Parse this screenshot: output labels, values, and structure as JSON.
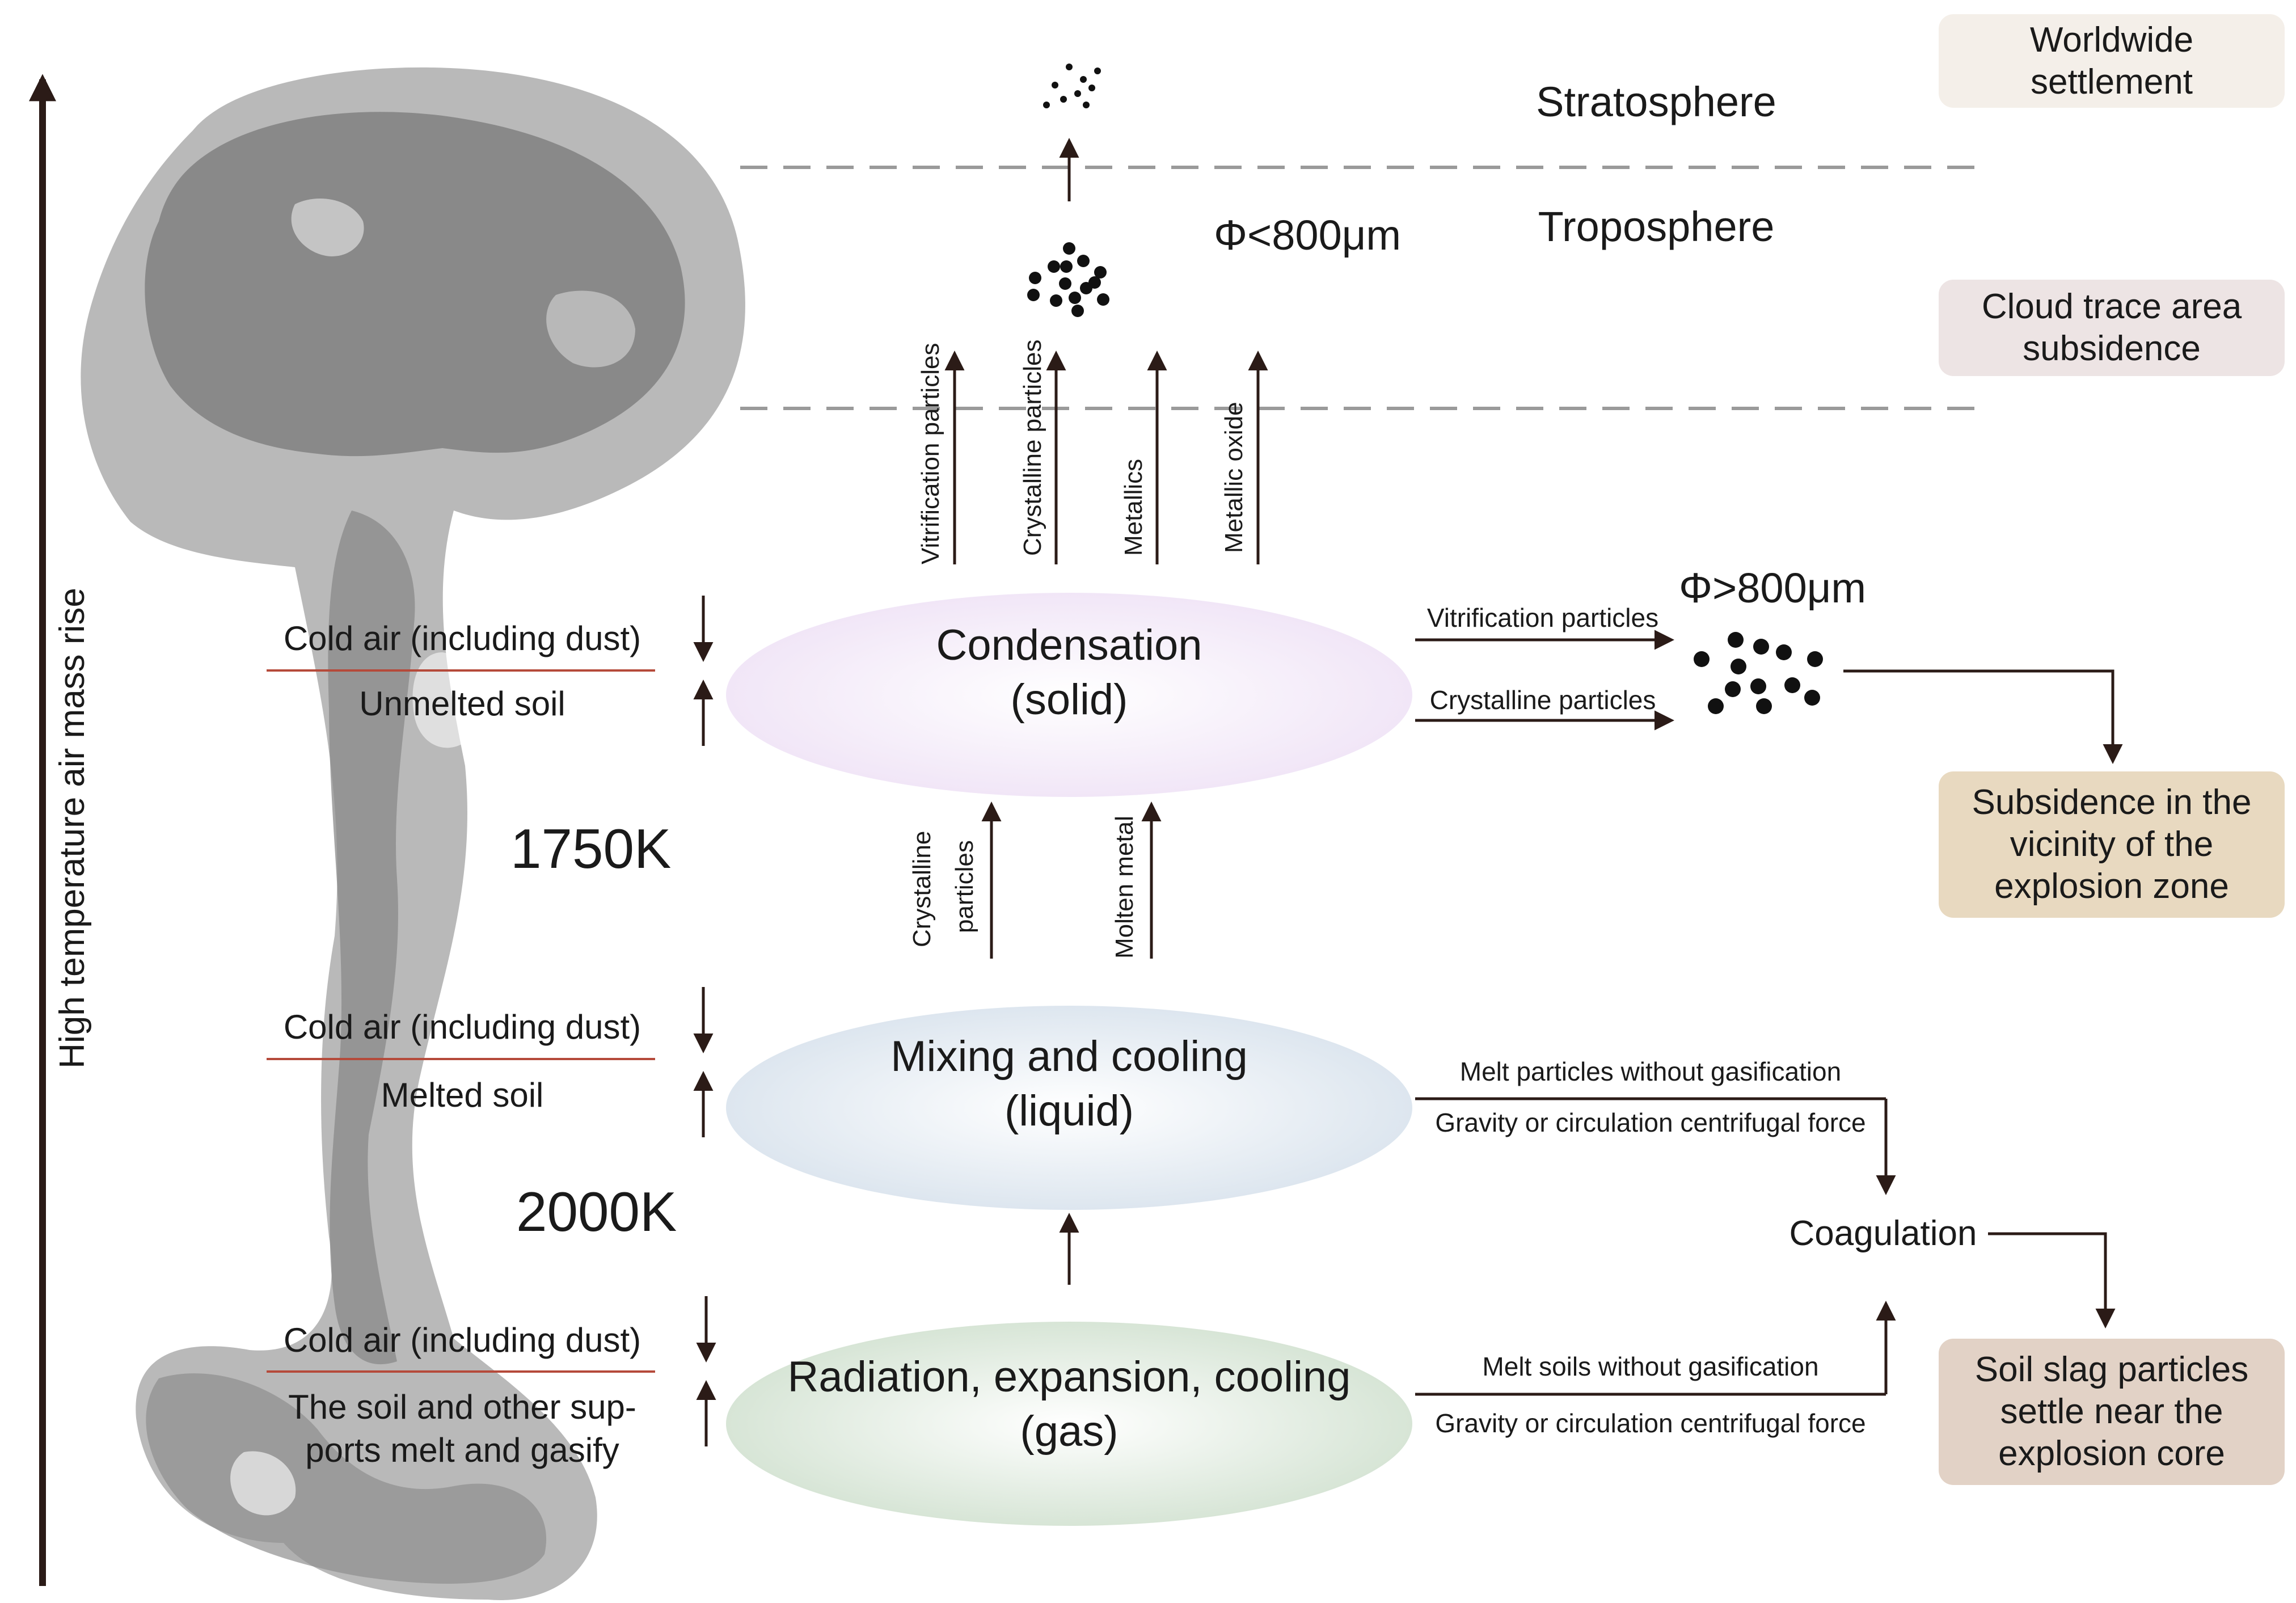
{
  "axis_label": "High temperature air mass rise",
  "layers": {
    "stratosphere": "Stratosphere",
    "troposphere": "Troposphere"
  },
  "size_small": "Φ<800μm",
  "size_large": "Φ>800μm",
  "temperatures": {
    "upper": "1750K",
    "lower": "2000K",
    "upper_color": "#f39c12",
    "lower_color": "#e8392a"
  },
  "stages": {
    "condensation": {
      "line1": "Condensation",
      "line2": "(solid)",
      "color": "#f1e6f7"
    },
    "mixing": {
      "line1": "Mixing and cooling",
      "line2": "(liquid)",
      "color": "#dde6ef"
    },
    "radiation": {
      "line1": "Radiation, expansion, cooling",
      "line2": "(gas)",
      "color": "#d7e5d6"
    }
  },
  "left_labels": {
    "cold_air": "Cold air (including dust)",
    "unmelted": "Unmelted soil",
    "melted": "Melted soil",
    "gasify_line1": "The soil and other sup-",
    "gasify_line2": "ports melt and gasify"
  },
  "upward_particles": [
    "Vitrification particles",
    "Crystalline particles",
    "Metallics",
    "Metallic oxide"
  ],
  "middle_particles": {
    "crystalline_line1": "Crystalline",
    "crystalline_line2": "particles",
    "molten": "Molten metal"
  },
  "right_flows": {
    "vitrification": "Vitrification particles",
    "crystalline": "Crystalline particles",
    "melt_particles": "Melt particles without gasification",
    "gravity": "Gravity or circulation centrifugal force",
    "melt_soils": "Melt soils without gasification",
    "coagulation": "Coagulation"
  },
  "outcomes": {
    "worldwide": {
      "line1": "Worldwide",
      "line2": "settlement",
      "color": "#f4efe9"
    },
    "cloud_trace": {
      "line1": "Cloud trace area",
      "line2": "subsidence",
      "color": "#ede4e4"
    },
    "vicinity": {
      "line1": "Subsidence in the",
      "line2": "vicinity of the",
      "line3": "explosion zone",
      "color": "#e8d9c0"
    },
    "core": {
      "line1": "Soil slag particles",
      "line2": "settle near the",
      "line3": "explosion core",
      "color": "#e2d2c6"
    }
  }
}
